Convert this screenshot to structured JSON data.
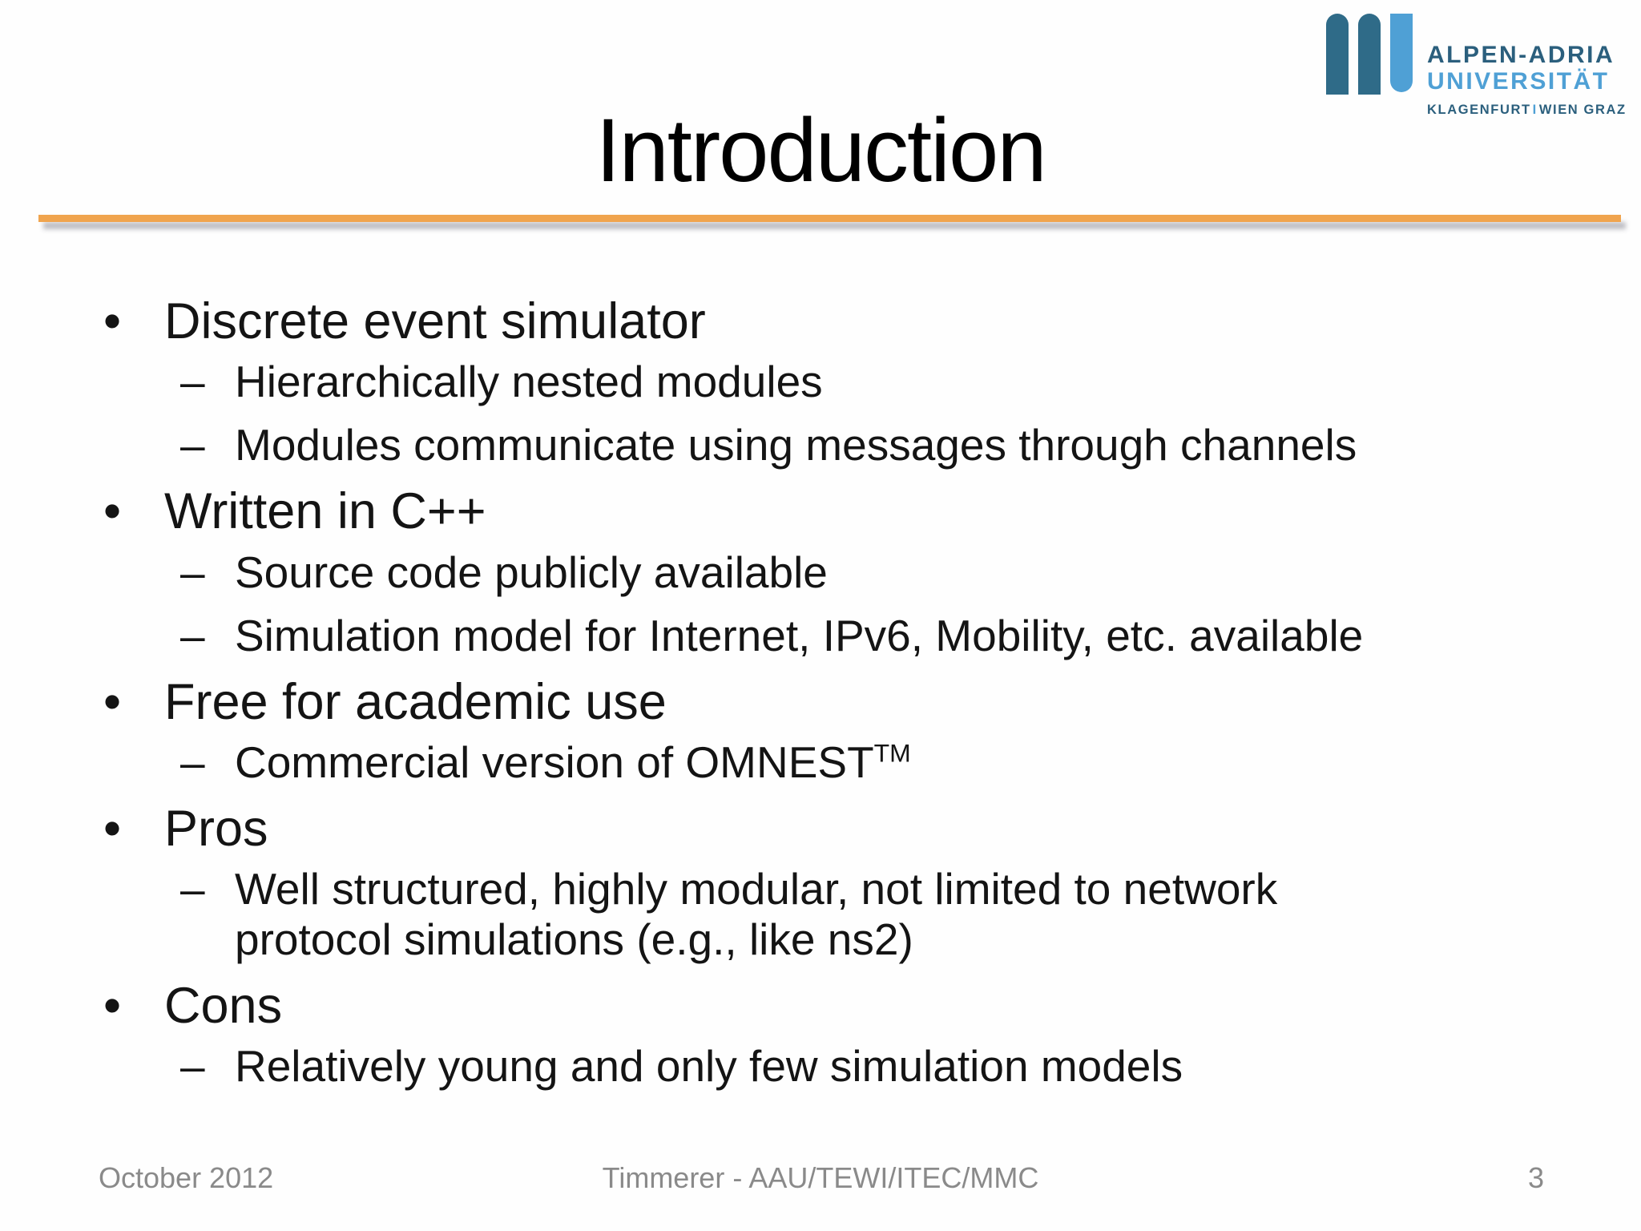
{
  "slide": {
    "title": "Introduction"
  },
  "colors": {
    "accent": "#F0A44E",
    "logo_dark": "#2F6B88",
    "logo_light": "#4FA0D5",
    "footer_text": "#8A8A8A"
  },
  "logo": {
    "line1": "ALPEN-ADRIA",
    "line2": "UNIVERSITÄT",
    "line3_left": "KLAGENFURT",
    "line3_sep": "I",
    "line3_right": "WIEN GRAZ"
  },
  "markers": {
    "l1": "•",
    "l2": "–"
  },
  "content": {
    "items": [
      {
        "label": "Discrete event simulator",
        "subs": [
          "Hierarchically nested modules",
          "Modules communicate using messages through channels"
        ]
      },
      {
        "label": "Written in C++",
        "subs": [
          "Source code publicly available",
          "Simulation model for Internet, IPv6, Mobility, etc. available"
        ]
      },
      {
        "label": "Free for academic use",
        "subs": [
          {
            "text": "Commercial version of OMNEST",
            "sup": "TM"
          }
        ]
      },
      {
        "label": "Pros",
        "subs": [
          {
            "lines": [
              "Well structured, highly modular, not limited to network",
              "protocol simulations (e.g., like ns2)"
            ]
          }
        ]
      },
      {
        "label": "Cons",
        "subs": [
          "Relatively young and only few simulation models"
        ]
      }
    ]
  },
  "footer": {
    "date": "October 2012",
    "credit": "Timmerer - AAU/TEWI/ITEC/MMC",
    "page": "3"
  }
}
